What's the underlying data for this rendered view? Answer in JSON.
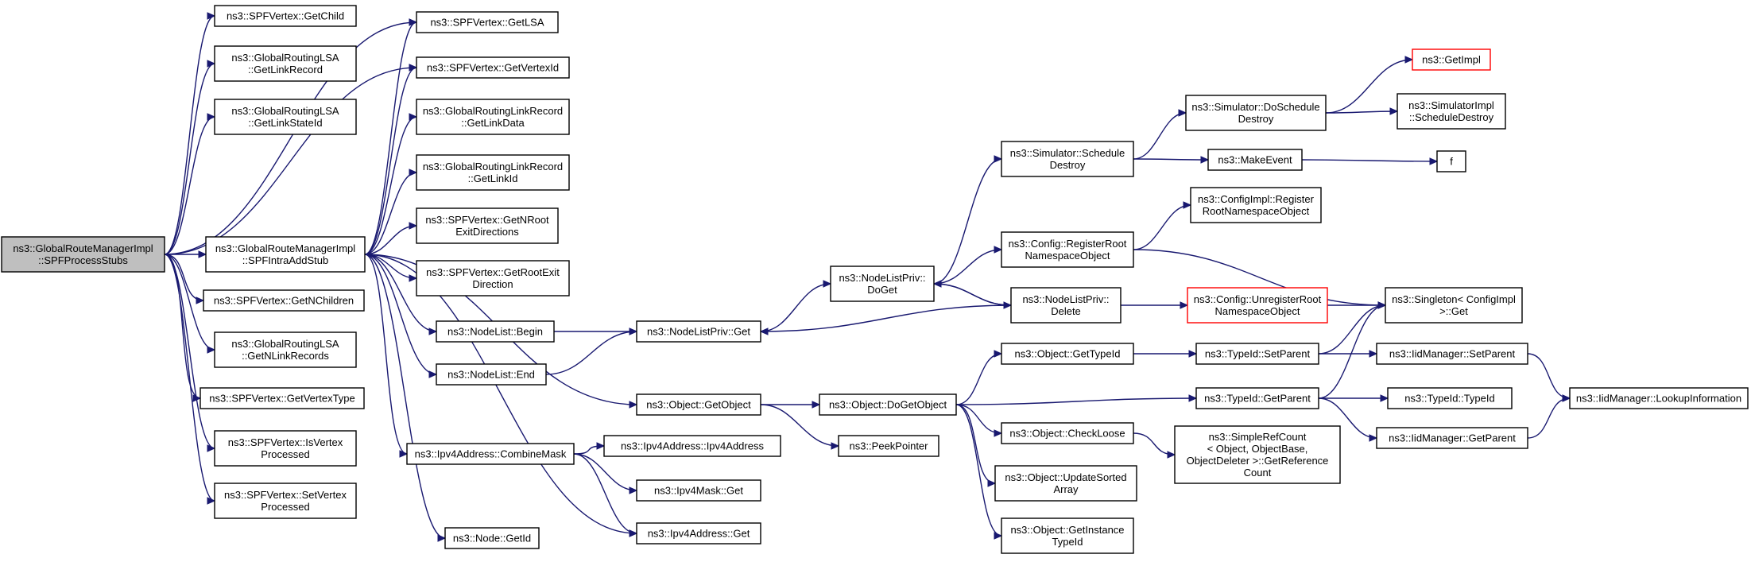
{
  "graph": {
    "edge_color": "#191970",
    "root_fill": "#bfbfbf",
    "highlight_border": "#ff0000",
    "nodes": [
      {
        "id": "root",
        "lines": [
          "ns3::GlobalRouteManagerImpl",
          "::SPFProcessStubs"
        ],
        "style": "root"
      },
      {
        "id": "getChild",
        "lines": [
          "ns3::SPFVertex::GetChild"
        ]
      },
      {
        "id": "lsaGetLinkRecord",
        "lines": [
          "ns3::GlobalRoutingLSA",
          "::GetLinkRecord"
        ]
      },
      {
        "id": "lsaGetLinkStateId",
        "lines": [
          "ns3::GlobalRoutingLSA",
          "::GetLinkStateId"
        ]
      },
      {
        "id": "intraAddStub",
        "lines": [
          "ns3::GlobalRouteManagerImpl",
          "::SPFIntraAddStub"
        ]
      },
      {
        "id": "getNChildren",
        "lines": [
          "ns3::SPFVertex::GetNChildren"
        ]
      },
      {
        "id": "lsaGetNLinkRecords",
        "lines": [
          "ns3::GlobalRoutingLSA",
          "::GetNLinkRecords"
        ]
      },
      {
        "id": "getVertexType",
        "lines": [
          "ns3::SPFVertex::GetVertexType"
        ]
      },
      {
        "id": "isVertexProcessed",
        "lines": [
          "ns3::SPFVertex::IsVertex",
          "Processed"
        ]
      },
      {
        "id": "setVertexProcessed",
        "lines": [
          "ns3::SPFVertex::SetVertex",
          "Processed"
        ]
      },
      {
        "id": "getLSA",
        "lines": [
          "ns3::SPFVertex::GetLSA"
        ]
      },
      {
        "id": "getVertexId",
        "lines": [
          "ns3::SPFVertex::GetVertexId"
        ]
      },
      {
        "id": "lrGetLinkData",
        "lines": [
          "ns3::GlobalRoutingLinkRecord",
          "::GetLinkData"
        ]
      },
      {
        "id": "lrGetLinkId",
        "lines": [
          "ns3::GlobalRoutingLinkRecord",
          "::GetLinkId"
        ]
      },
      {
        "id": "getNRootExit",
        "lines": [
          "ns3::SPFVertex::GetNRoot",
          "ExitDirections"
        ]
      },
      {
        "id": "getRootExit",
        "lines": [
          "ns3::SPFVertex::GetRootExit",
          "Direction"
        ]
      },
      {
        "id": "nlBegin",
        "lines": [
          "ns3::NodeList::Begin"
        ]
      },
      {
        "id": "nlEnd",
        "lines": [
          "ns3::NodeList::End"
        ]
      },
      {
        "id": "combineMask",
        "lines": [
          "ns3::Ipv4Address::CombineMask"
        ]
      },
      {
        "id": "nodeGetId",
        "lines": [
          "ns3::Node::GetId"
        ]
      },
      {
        "id": "nlpGet",
        "lines": [
          "ns3::NodeListPriv::Get"
        ]
      },
      {
        "id": "objGetObject",
        "lines": [
          "ns3::Object::GetObject"
        ]
      },
      {
        "id": "ipv4AddrCtor",
        "lines": [
          "ns3::Ipv4Address::Ipv4Address"
        ]
      },
      {
        "id": "ipv4MaskGet",
        "lines": [
          "ns3::Ipv4Mask::Get"
        ]
      },
      {
        "id": "ipv4AddrGet",
        "lines": [
          "ns3::Ipv4Address::Get"
        ]
      },
      {
        "id": "nlpDoGet",
        "lines": [
          "ns3::NodeListPriv::",
          "DoGet"
        ]
      },
      {
        "id": "objDoGetObject",
        "lines": [
          "ns3::Object::DoGetObject"
        ]
      },
      {
        "id": "peekPointer",
        "lines": [
          "ns3::PeekPointer"
        ]
      },
      {
        "id": "simSchedDestroy",
        "lines": [
          "ns3::Simulator::Schedule",
          "Destroy"
        ]
      },
      {
        "id": "cfgRegisterRoot",
        "lines": [
          "ns3::Config::RegisterRoot",
          "NamespaceObject"
        ]
      },
      {
        "id": "nlpDelete",
        "lines": [
          "ns3::NodeListPriv::",
          "Delete"
        ]
      },
      {
        "id": "objGetTypeId",
        "lines": [
          "ns3::Object::GetTypeId"
        ]
      },
      {
        "id": "objCheckLoose",
        "lines": [
          "ns3::Object::CheckLoose"
        ]
      },
      {
        "id": "objUpdateSorted",
        "lines": [
          "ns3::Object::UpdateSorted",
          "Array"
        ]
      },
      {
        "id": "objGetInstanceTypeId",
        "lines": [
          "ns3::Object::GetInstance",
          "TypeId"
        ]
      },
      {
        "id": "simDoSchedDestroy",
        "lines": [
          "ns3::Simulator::DoSchedule",
          "Destroy"
        ]
      },
      {
        "id": "makeEvent",
        "lines": [
          "ns3::MakeEvent"
        ]
      },
      {
        "id": "cfgImplRegister",
        "lines": [
          "ns3::ConfigImpl::Register",
          "RootNamespaceObject"
        ]
      },
      {
        "id": "cfgUnregister",
        "lines": [
          "ns3::Config::UnregisterRoot",
          "NamespaceObject"
        ],
        "style": "red"
      },
      {
        "id": "typeIdSetParent",
        "lines": [
          "ns3::TypeId::SetParent"
        ]
      },
      {
        "id": "typeIdGetParent",
        "lines": [
          "ns3::TypeId::GetParent"
        ]
      },
      {
        "id": "simpleRefCount",
        "lines": [
          "ns3::SimpleRefCount",
          "< Object, ObjectBase,",
          "ObjectDeleter >::GetReference",
          "Count"
        ]
      },
      {
        "id": "getImpl",
        "lines": [
          "ns3::GetImpl"
        ],
        "style": "red"
      },
      {
        "id": "simImplSchedDestroy",
        "lines": [
          "ns3::SimulatorImpl",
          "::ScheduleDestroy"
        ]
      },
      {
        "id": "f",
        "lines": [
          "f"
        ]
      },
      {
        "id": "singletonGet",
        "lines": [
          "ns3::Singleton< ConfigImpl",
          ">::Get"
        ]
      },
      {
        "id": "iidSetParent",
        "lines": [
          "ns3::IidManager::SetParent"
        ]
      },
      {
        "id": "typeIdTypeId",
        "lines": [
          "ns3::TypeId::TypeId"
        ]
      },
      {
        "id": "iidGetParent",
        "lines": [
          "ns3::IidManager::GetParent"
        ]
      },
      {
        "id": "iidLookup",
        "lines": [
          "ns3::IidManager::LookupInformation"
        ]
      }
    ],
    "edges": [
      [
        "root",
        "getChild"
      ],
      [
        "root",
        "lsaGetLinkRecord"
      ],
      [
        "root",
        "lsaGetLinkStateId"
      ],
      [
        "root",
        "getLSA"
      ],
      [
        "root",
        "getVertexId"
      ],
      [
        "root",
        "intraAddStub"
      ],
      [
        "root",
        "getNChildren"
      ],
      [
        "root",
        "lsaGetNLinkRecords"
      ],
      [
        "root",
        "getVertexType"
      ],
      [
        "root",
        "isVertexProcessed"
      ],
      [
        "root",
        "setVertexProcessed"
      ],
      [
        "intraAddStub",
        "getLSA"
      ],
      [
        "intraAddStub",
        "getVertexId"
      ],
      [
        "intraAddStub",
        "lrGetLinkData"
      ],
      [
        "intraAddStub",
        "lrGetLinkId"
      ],
      [
        "intraAddStub",
        "getNRootExit"
      ],
      [
        "intraAddStub",
        "getRootExit"
      ],
      [
        "intraAddStub",
        "nlBegin"
      ],
      [
        "intraAddStub",
        "nlEnd"
      ],
      [
        "intraAddStub",
        "objGetObject"
      ],
      [
        "intraAddStub",
        "combineMask"
      ],
      [
        "intraAddStub",
        "ipv4AddrGet"
      ],
      [
        "intraAddStub",
        "nodeGetId"
      ],
      [
        "nlBegin",
        "nlpGet"
      ],
      [
        "nlEnd",
        "nlpGet"
      ],
      [
        "nlpGet",
        "nlpDoGet"
      ],
      [
        "nlpDoGet",
        "simSchedDestroy"
      ],
      [
        "nlpDoGet",
        "cfgRegisterRoot"
      ],
      [
        "nlpDoGet",
        "nlpDelete"
      ],
      [
        "nlpDelete",
        "nlpDoGet"
      ],
      [
        "nlpDelete",
        "nlpGet"
      ],
      [
        "nlpDelete",
        "cfgUnregister"
      ],
      [
        "combineMask",
        "ipv4AddrCtor"
      ],
      [
        "combineMask",
        "ipv4MaskGet"
      ],
      [
        "combineMask",
        "ipv4AddrGet"
      ],
      [
        "objGetObject",
        "objDoGetObject"
      ],
      [
        "objGetObject",
        "peekPointer"
      ],
      [
        "objDoGetObject",
        "objGetTypeId"
      ],
      [
        "objDoGetObject",
        "typeIdGetParent"
      ],
      [
        "objDoGetObject",
        "objCheckLoose"
      ],
      [
        "objDoGetObject",
        "objUpdateSorted"
      ],
      [
        "objDoGetObject",
        "objGetInstanceTypeId"
      ],
      [
        "objGetTypeId",
        "typeIdSetParent"
      ],
      [
        "objCheckLoose",
        "simpleRefCount"
      ],
      [
        "simSchedDestroy",
        "simDoSchedDestroy"
      ],
      [
        "simSchedDestroy",
        "makeEvent"
      ],
      [
        "simDoSchedDestroy",
        "getImpl"
      ],
      [
        "simDoSchedDestroy",
        "simImplSchedDestroy"
      ],
      [
        "makeEvent",
        "f"
      ],
      [
        "cfgRegisterRoot",
        "cfgImplRegister"
      ],
      [
        "cfgRegisterRoot",
        "singletonGet"
      ],
      [
        "cfgUnregister",
        "singletonGet"
      ],
      [
        "typeIdSetParent",
        "singletonGet"
      ],
      [
        "typeIdSetParent",
        "iidSetParent"
      ],
      [
        "typeIdGetParent",
        "singletonGet"
      ],
      [
        "typeIdGetParent",
        "typeIdTypeId"
      ],
      [
        "typeIdGetParent",
        "iidGetParent"
      ],
      [
        "iidSetParent",
        "iidLookup"
      ],
      [
        "iidGetParent",
        "iidLookup"
      ]
    ]
  }
}
